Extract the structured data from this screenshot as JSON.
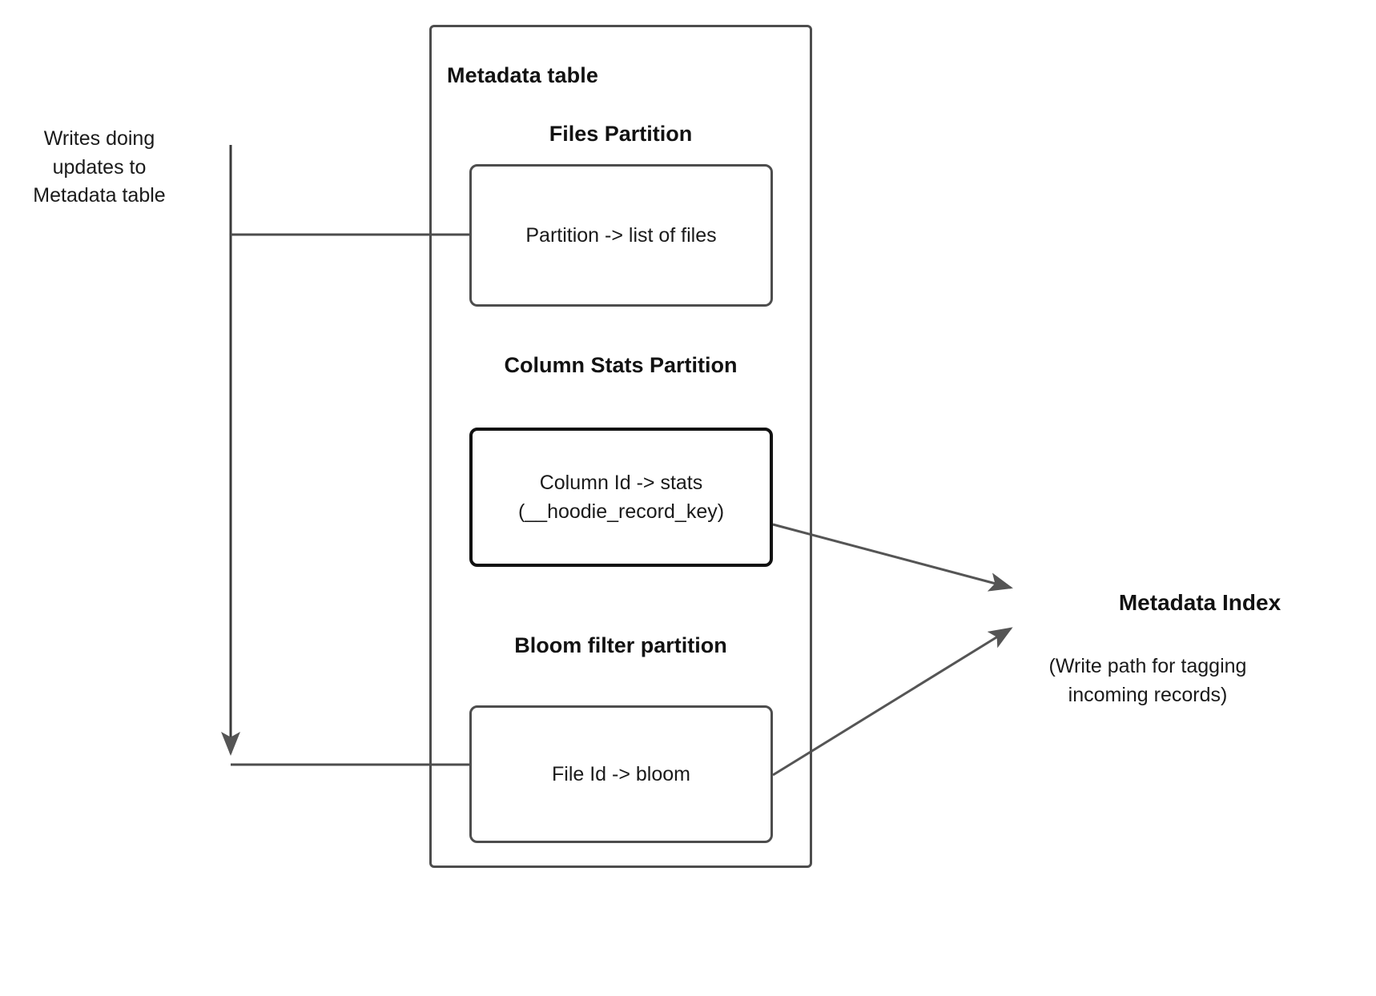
{
  "diagram": {
    "type": "flow-diagram",
    "background_color": "#ffffff",
    "stroke_color": "#4d4d4d",
    "text_color": "#1a1a1a"
  },
  "left": {
    "caption": "Writes doing updates to Metadata table"
  },
  "metadata_table": {
    "title": "Metadata table",
    "sections": [
      {
        "heading": "Files Partition",
        "box_text": "Partition -> list of files"
      },
      {
        "heading": "Column Stats Partition",
        "box_text": "Column Id  -> stats\n(__hoodie_record_key)"
      },
      {
        "heading": "Bloom filter partition",
        "box_text": "File Id -> bloom"
      }
    ]
  },
  "right": {
    "title": "Metadata Index",
    "caption": "(Write path for tagging incoming records)"
  }
}
